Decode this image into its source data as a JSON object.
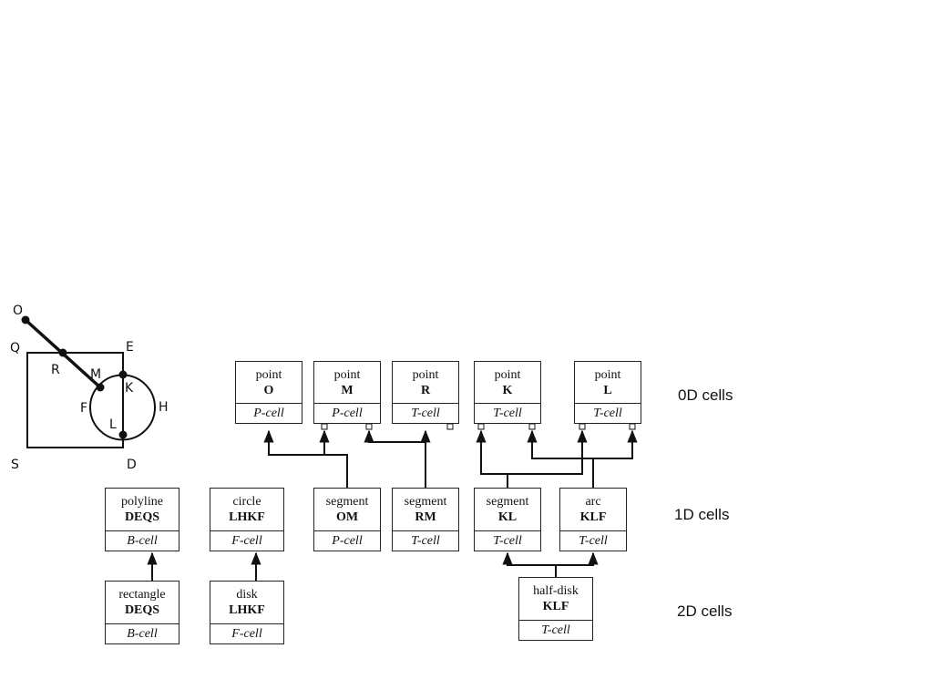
{
  "geometry_labels": {
    "O": "O",
    "Q": "Q",
    "R": "R",
    "M": "M",
    "E": "E",
    "K": "K",
    "F": "F",
    "H": "H",
    "L": "L",
    "S": "S",
    "D": "D"
  },
  "row_labels": {
    "zero_d": "0D cells",
    "one_d": "1D cells",
    "two_d": "2D cells"
  },
  "cells": {
    "point_o": {
      "kind": "point",
      "name": "O",
      "type": "P-cell"
    },
    "point_m": {
      "kind": "point",
      "name": "M",
      "type": "P-cell"
    },
    "point_r": {
      "kind": "point",
      "name": "R",
      "type": "T-cell"
    },
    "point_k": {
      "kind": "point",
      "name": "K",
      "type": "T-cell"
    },
    "point_l": {
      "kind": "point",
      "name": "L",
      "type": "T-cell"
    },
    "polyline_deqs": {
      "kind": "polyline",
      "name": "DEQS",
      "type": "B-cell"
    },
    "circle_lhkf": {
      "kind": "circle",
      "name": "LHKF",
      "type": "F-cell"
    },
    "segment_om": {
      "kind": "segment",
      "name": "OM",
      "type": "P-cell"
    },
    "segment_rm": {
      "kind": "segment",
      "name": "RM",
      "type": "T-cell"
    },
    "segment_kl": {
      "kind": "segment",
      "name": "KL",
      "type": "T-cell"
    },
    "arc_klf": {
      "kind": "arc",
      "name": "KLF",
      "type": "T-cell"
    },
    "rectangle_deqs": {
      "kind": "rectangle",
      "name": "DEQS",
      "type": "B-cell"
    },
    "disk_lhkf": {
      "kind": "disk",
      "name": "LHKF",
      "type": "F-cell"
    },
    "halfdisk_klf": {
      "kind": "half-disk",
      "name": "KLF",
      "type": "T-cell"
    }
  }
}
